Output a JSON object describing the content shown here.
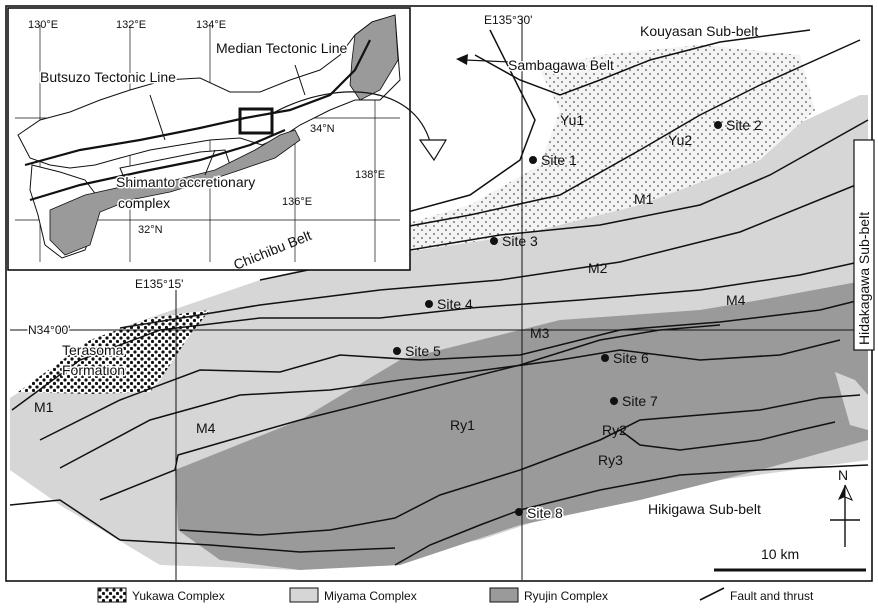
{
  "colors": {
    "yukawa": "#f2f2f2",
    "miyama": "#d6d6d6",
    "ryujin": "#9a9a9a",
    "terasoma": "#ffffff",
    "line": "#111111"
  },
  "grid_labels": {
    "e135_30": "E135°30'",
    "e135_15": "E135°15'",
    "n34_00": "N34°00'"
  },
  "belts": {
    "kouyasan": "Kouyasan Sub-belt",
    "sambagawa": "Sambagawa Belt",
    "chichibu": "Chichibu Belt",
    "hidakagawa": "Hidakagawa Sub-belt",
    "hikigawa": "Hikigawa Sub-belt"
  },
  "formation": {
    "line1": "Terasoma",
    "line2": "Formation"
  },
  "units": {
    "yu1": "Yu1",
    "yu2": "Yu2",
    "m1_main": "M1",
    "m2": "M2",
    "m3": "M3",
    "m4_right": "M4",
    "m1_left": "M1",
    "m4_left": "M4",
    "ry1": "Ry1",
    "ry2": "Ry2",
    "ry3": "Ry3"
  },
  "sites": [
    {
      "label": "Site 1"
    },
    {
      "label": "Site 2"
    },
    {
      "label": "Site 3"
    },
    {
      "label": "Site 4"
    },
    {
      "label": "Site 5"
    },
    {
      "label": "Site 6"
    },
    {
      "label": "Site 7"
    },
    {
      "label": "Site 8"
    }
  ],
  "inset": {
    "lon_labels": [
      "130°E",
      "132°E",
      "134°E"
    ],
    "lat_136": "136°E",
    "lat_138": "138°E",
    "n34": "34°N",
    "n32": "32°N",
    "median": "Median Tectonic Line",
    "butsuzo": "Butsuzo Tectonic Line",
    "shimanto_1": "Shimanto accretionary",
    "shimanto_2": "complex"
  },
  "north": "N",
  "scale_label": "10 km",
  "legend": {
    "yukawa": "Yukawa Complex",
    "miyama": "Miyama Complex",
    "ryujin": "Ryujin Complex",
    "fault": "Fault and thrust"
  }
}
